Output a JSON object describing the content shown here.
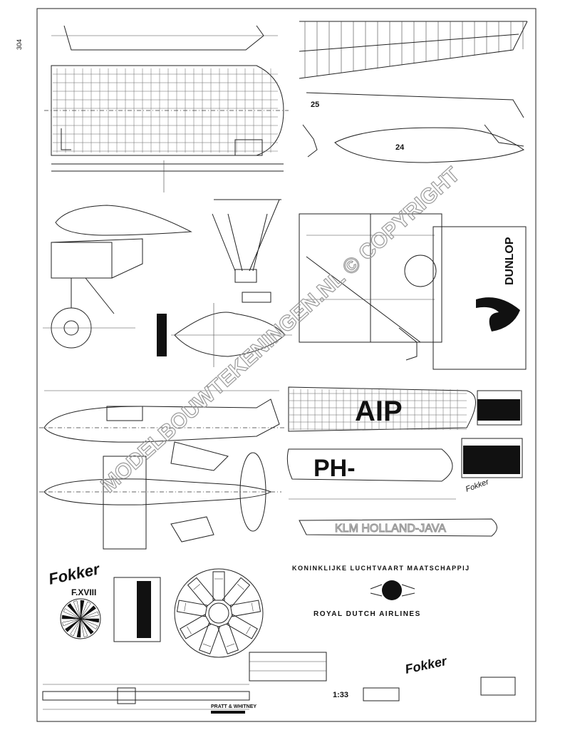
{
  "sheet": {
    "page_marker": "304",
    "watermark": "MODELBOUWTEKENINGEN.NL © COPYRIGHT"
  },
  "markings": {
    "wing_registration_top": "AIP",
    "wing_registration_bottom": "PH-",
    "fuselage_banner": "KLM HOLLAND-JAVA",
    "airline_dutch": "KONINKLIJKE LUCHTVAART MAATSCHAPPIJ",
    "airline_english": "ROYAL DUTCH AIRLINES"
  },
  "labels": {
    "fokker_logo": "Fokker",
    "fokker_type": "F.XVIII",
    "engine_maker": "PRATT & WHITNEY",
    "scale": "1:33",
    "section_a": "24",
    "section_b": "25",
    "dunlop_brand": "DUNLOP"
  },
  "colors": {
    "ink": "#111111",
    "paper": "#ffffff",
    "watermark": "#9a9a9a"
  }
}
